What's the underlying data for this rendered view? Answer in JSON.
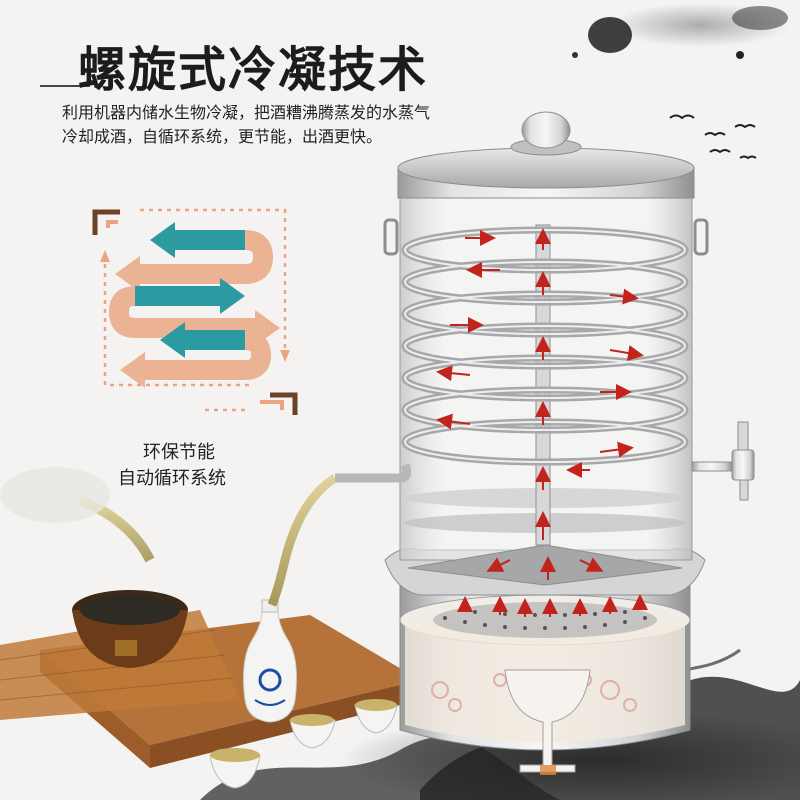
{
  "title": "螺旋式冷凝技术",
  "description": [
    "利用机器内储水生物冷凝，把酒糟沸腾蒸发的水蒸气",
    "冷却成酒，自循环系统，更节能，出酒更快。"
  ],
  "feature_labels": [
    "环保节能",
    "自动循环系统"
  ],
  "colors": {
    "arrow_teal": "#2b9aa1",
    "arrow_peach": "#ebb393",
    "flow_red": "#c2241d",
    "steel": "#c8c9cb",
    "ink": "#1a1a1a"
  }
}
